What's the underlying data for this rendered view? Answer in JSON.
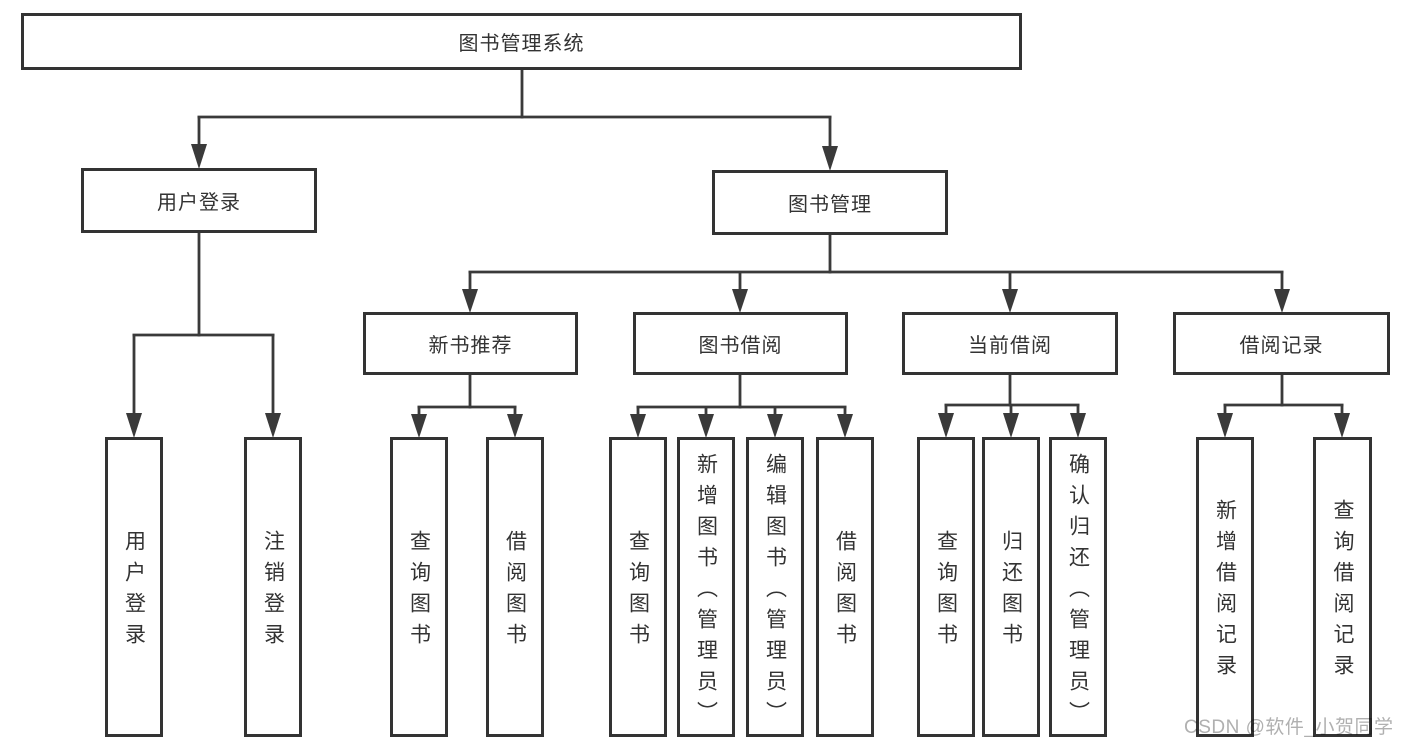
{
  "diagram": {
    "root": {
      "label": "图书管理系统"
    },
    "level2": [
      {
        "label": "用户登录"
      },
      {
        "label": "图书管理"
      }
    ],
    "level3": [
      {
        "label": "新书推荐"
      },
      {
        "label": "图书借阅"
      },
      {
        "label": "当前借阅"
      },
      {
        "label": "借阅记录"
      }
    ],
    "leaves": [
      {
        "label": "用户登录"
      },
      {
        "label": "注销登录"
      },
      {
        "label": "查询图书"
      },
      {
        "label": "借阅图书"
      },
      {
        "label": "查询图书"
      },
      {
        "label": "新增图书（管理员）"
      },
      {
        "label": "编辑图书（管理员）"
      },
      {
        "label": "借阅图书"
      },
      {
        "label": "查询图书"
      },
      {
        "label": "归还图书"
      },
      {
        "label": "确认归还（管理员）"
      },
      {
        "label": "新增借阅记录"
      },
      {
        "label": "查询借阅记录"
      }
    ],
    "watermark": "CSDN @软件_小贺同学",
    "colors": {
      "line": "#3a3a3a",
      "border": "#333333",
      "text": "#333333",
      "background": "#ffffff",
      "watermark": "#b0b0b0"
    }
  }
}
